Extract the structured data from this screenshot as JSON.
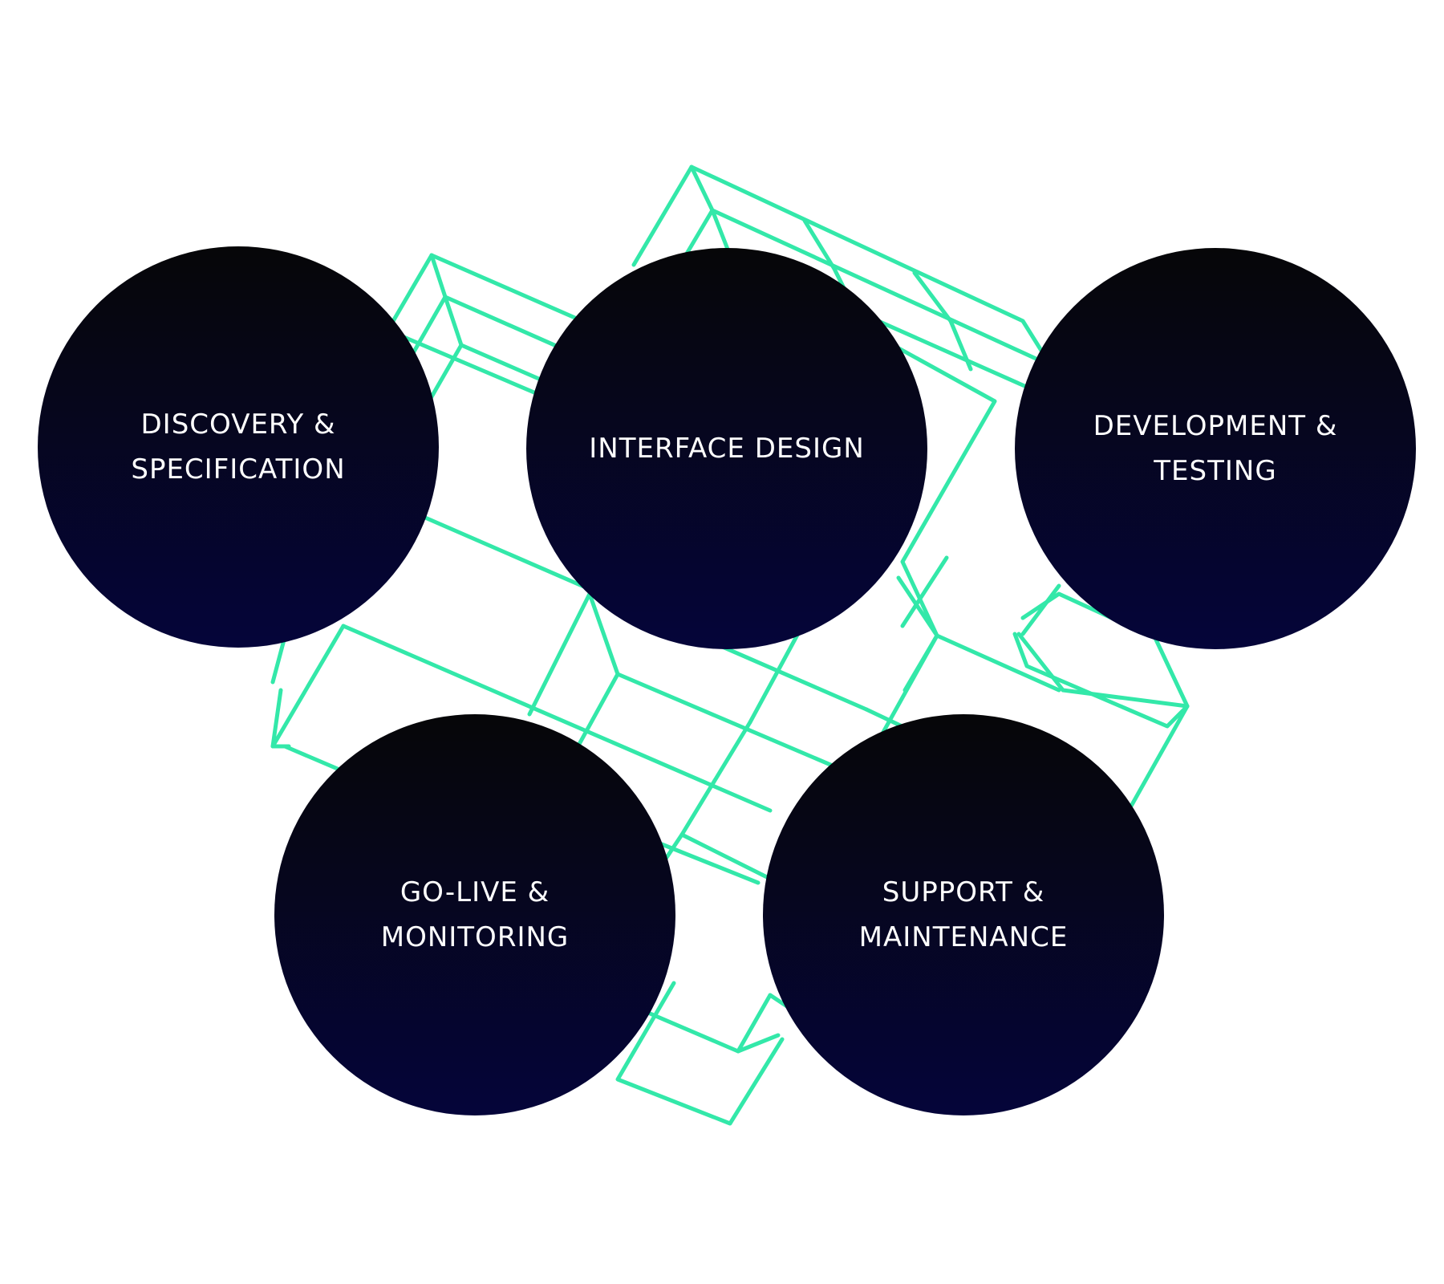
{
  "colors": {
    "background": "#ffffff",
    "wireframe_stroke": "#33e8a9",
    "circle_gradient_top": "#060608",
    "circle_gradient_bottom": "#05053a",
    "label_text": "#ffffff"
  },
  "decoration": {
    "icon": "wireframe-cube-grid"
  },
  "steps": [
    {
      "label": "DISCOVERY &\nSPECIFICATION"
    },
    {
      "label": "INTERFACE DESIGN"
    },
    {
      "label": "DEVELOPMENT &\nTESTING"
    },
    {
      "label": "GO-LIVE &\nMONITORING"
    },
    {
      "label": "SUPPORT &\nMAINTENANCE"
    }
  ]
}
